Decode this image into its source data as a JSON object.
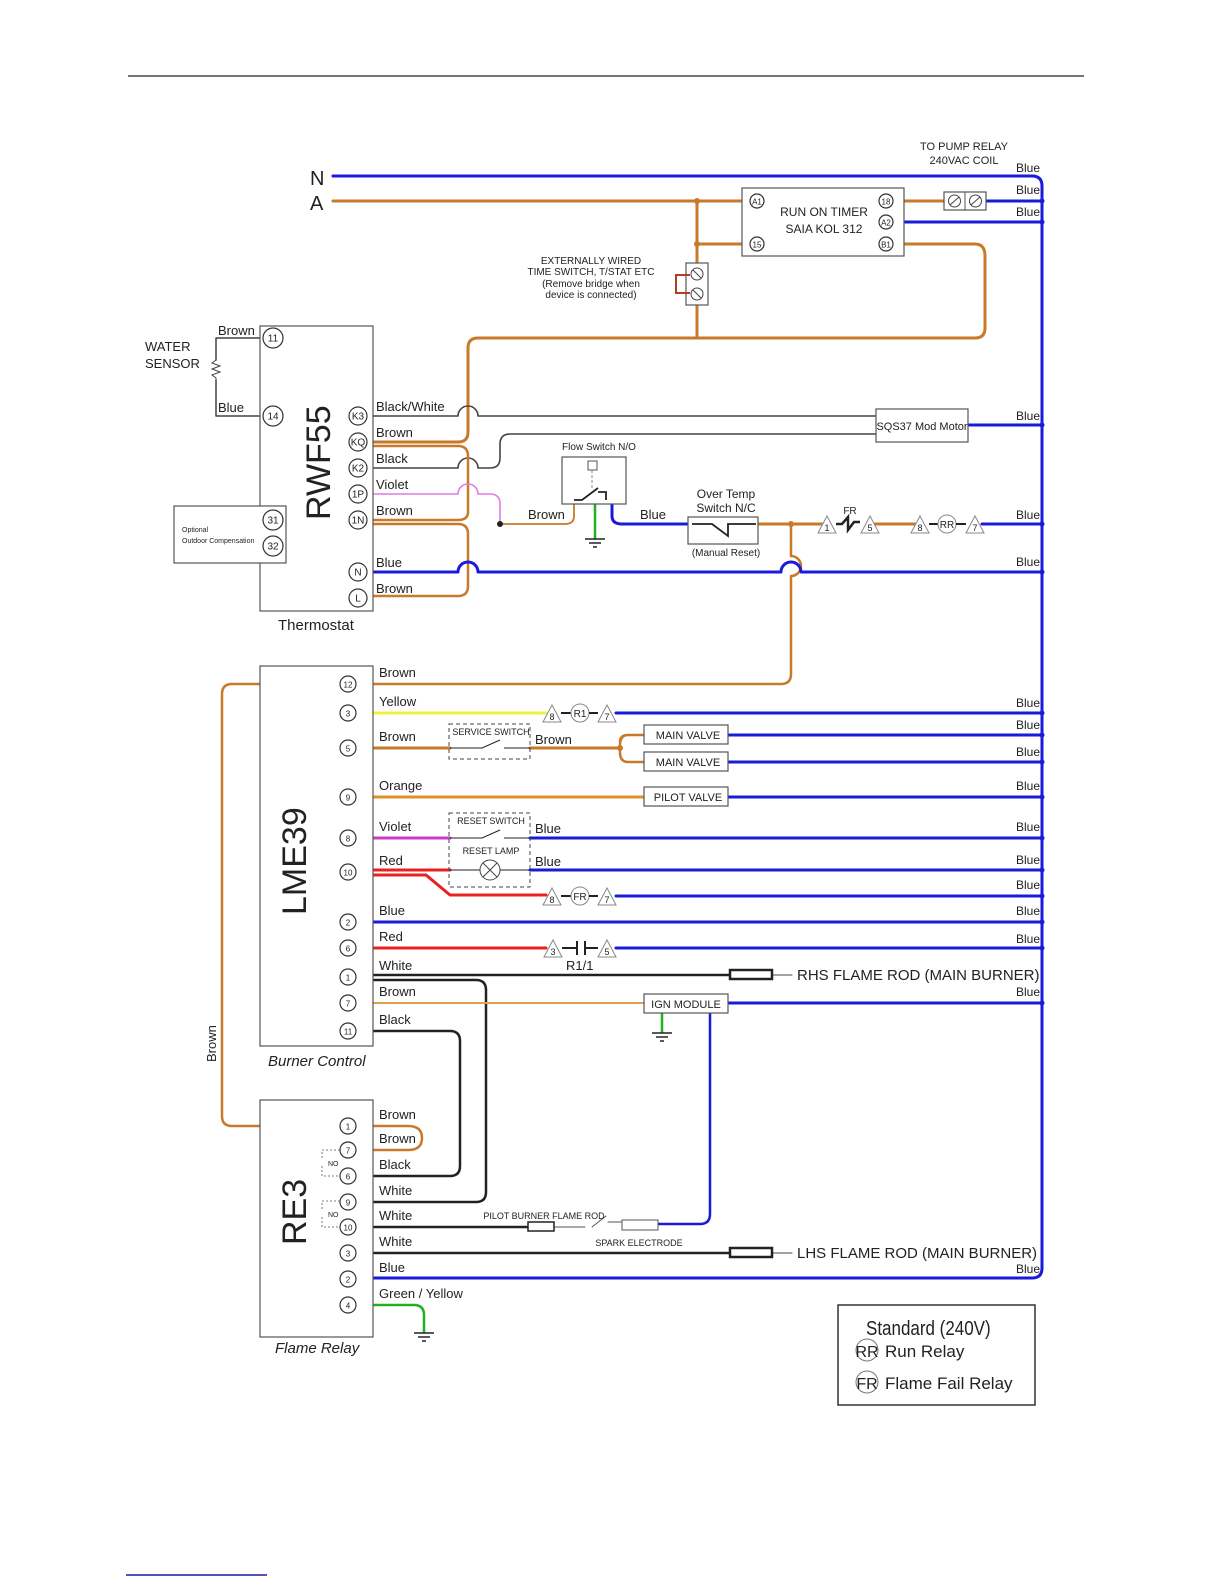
{
  "page": {
    "header_rule": true,
    "footer_rule": true
  },
  "colors": {
    "blue": "#1a1adb",
    "brown": "#c87a2a",
    "black": "#222222",
    "violet": "#e07ae8",
    "violet_dark": "#c83cc8",
    "yellow": "#f0f040",
    "orange": "#e0902a",
    "red": "#e82020",
    "green": "#20b020",
    "grey": "#666666"
  },
  "supply": {
    "neutral_label": "N",
    "active_label": "A"
  },
  "timer": {
    "title_line1": "RUN ON TIMER",
    "title_line2": "SAIA KOL 312",
    "terminals": [
      "A1",
      "15",
      "18",
      "A2",
      "B1"
    ]
  },
  "pump_relay": {
    "line1": "TO PUMP RELAY",
    "line2": "240VAC COIL"
  },
  "ext_switch": {
    "line1": "EXTERNALLY WIRED",
    "line2": "TIME SWITCH, T/STAT ETC",
    "line3": "(Remove bridge when",
    "line4": "device is connected)"
  },
  "water_sensor": {
    "line1": "WATER",
    "line2": "SENSOR",
    "wire_top": "Brown",
    "wire_bottom": "Blue"
  },
  "thermostat": {
    "model": "RWF55",
    "caption": "Thermostat",
    "left_terminals": [
      "11",
      "14",
      "31",
      "32"
    ],
    "right_terminals": [
      "K3",
      "KQ",
      "K2",
      "1P",
      "1N",
      "N",
      "L"
    ],
    "wires": [
      "Black/White",
      "Brown",
      "Black",
      "Violet",
      "Brown",
      "Blue",
      "Brown"
    ],
    "optional_line1": "Optional",
    "optional_line2": "Outdoor Compensation"
  },
  "mod_motor": {
    "label": "SQS37 Mod Motor"
  },
  "flow_switch": {
    "label": "Flow Switch N/O",
    "wire_in": "Brown",
    "wire_out": "Blue"
  },
  "over_temp": {
    "line1": "Over Temp",
    "line2": "Switch N/C",
    "note": "(Manual Reset)"
  },
  "relay_contacts": {
    "fr_label": "FR",
    "fr_pins": [
      "1",
      "5"
    ],
    "rr_label": "RR",
    "rr_pins": [
      "8",
      "7"
    ],
    "r1_label": "R1",
    "r1_pins": [
      "8",
      "7"
    ],
    "fr2_label": "FR",
    "fr2_pins": [
      "8",
      "7"
    ],
    "r11_label": "R1/1",
    "r11_pins": [
      "3",
      "5"
    ]
  },
  "burner_control": {
    "model": "LME39",
    "caption": "Burner Control",
    "terminals": [
      "12",
      "3",
      "5",
      "9",
      "8",
      "10",
      "2",
      "6",
      "1",
      "7",
      "11"
    ],
    "wires": [
      "Brown",
      "Yellow",
      "Brown",
      "Orange",
      "Violet",
      "Red",
      "Blue",
      "Red",
      "White",
      "Brown",
      "Black"
    ],
    "left_wire": "Brown"
  },
  "service_switch": {
    "label": "SERVICE SWITCH",
    "wire_out": "Brown"
  },
  "valves": {
    "main1": "MAIN VALVE",
    "main2": "MAIN VALVE",
    "pilot": "PILOT VALVE"
  },
  "reset": {
    "switch_label": "RESET SWITCH",
    "lamp_label": "RESET LAMP",
    "wire1": "Blue",
    "wire2": "Blue"
  },
  "ign_module": {
    "label": "IGN MODULE"
  },
  "flame_rods": {
    "rhs": "RHS FLAME ROD (MAIN BURNER)",
    "lhs": "LHS FLAME ROD (MAIN BURNER)",
    "pilot": "PILOT BURNER FLAME ROD",
    "spark": "SPARK ELECTRODE"
  },
  "flame_relay": {
    "model": "RE3",
    "caption": "Flame Relay",
    "terminals": [
      "1",
      "7",
      "6",
      "9",
      "10",
      "3",
      "2",
      "4"
    ],
    "wires": [
      "Brown",
      "Brown",
      "Black",
      "White",
      "White",
      "White",
      "Blue",
      "Green / Yellow"
    ],
    "contact_label": "NO"
  },
  "blue_return_label": "Blue",
  "legend": {
    "title": "Standard (240V)",
    "items": [
      {
        "symbol": "RR",
        "label": "Run Relay"
      },
      {
        "symbol": "FR",
        "label": "Flame Fail Relay"
      }
    ]
  }
}
